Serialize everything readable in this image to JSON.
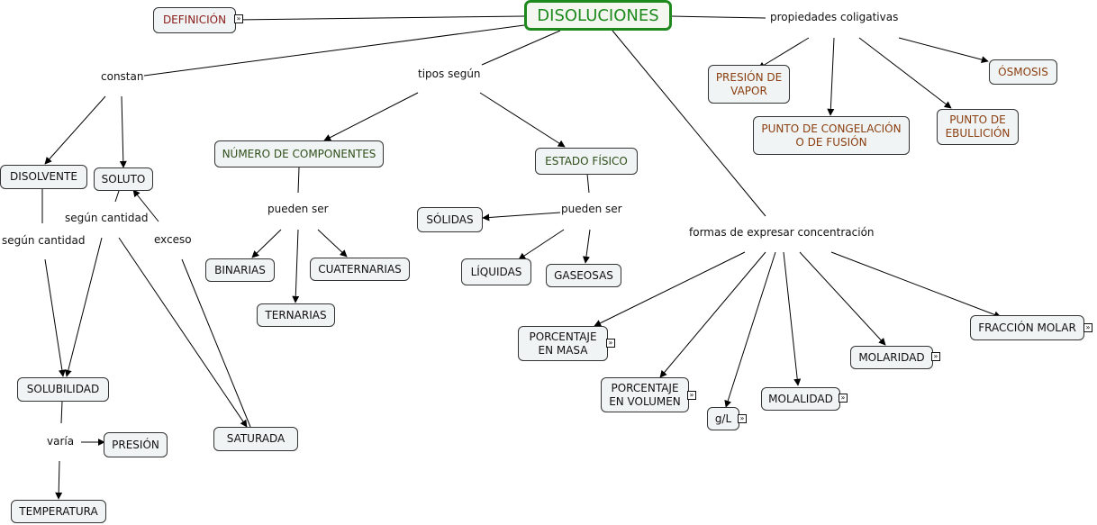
{
  "map": {
    "root": "DISOLUCIONES",
    "definicion": "DEFINICIÓN",
    "propiedades": "propiedades coligativas",
    "presion_vapor_1": "PRESIÓN DE",
    "presion_vapor_2": "VAPOR",
    "congelacion_1": "PUNTO DE CONGELACIÓN",
    "congelacion_2": "O DE FUSIÓN",
    "ebullicion_1": "PUNTO DE",
    "ebullicion_2": "EBULLICIÓN",
    "osmosis": "ÓSMOSIS",
    "constan": "constan",
    "tipos": "tipos según",
    "disolvente": "DISOLVENTE",
    "soluto": "SOLUTO",
    "segun_cantidad_1": "según cantidad",
    "segun_cantidad_2": "según cantidad",
    "exceso": "exceso",
    "solubilidad": "SOLUBILIDAD",
    "varia": "varía",
    "presion": "PRESIÓN",
    "temperatura": "TEMPERATURA",
    "saturada": "SATURADA",
    "num_componentes": "NÚMERO DE COMPONENTES",
    "pueden_ser_1": "pueden ser",
    "binarias": "BINARIAS",
    "cuaternarias": "CUATERNARIAS",
    "ternarias": "TERNARIAS",
    "estado_fisico": "ESTADO FÍSICO",
    "pueden_ser_2": "pueden ser",
    "solidas": "SÓLIDAS",
    "liquidas": "LÍQUIDAS",
    "gaseosas": "GASEOSAS",
    "formas": "formas de expresar concentración",
    "porc_masa_1": "PORCENTAJE",
    "porc_masa_2": "EN MASA",
    "porc_vol_1": "PORCENTAJE",
    "porc_vol_2": "EN VOLUMEN",
    "gl": "g/L",
    "molalidad": "MOLALIDAD",
    "molaridad": "MOLARIDAD",
    "fraccion": "FRACCIÓN MOLAR"
  },
  "colors": {
    "root_border": "#1e8a1e",
    "brown_text": "#8b3e10",
    "node_fill": "#f0f4f4"
  },
  "icons": {
    "resource": "document-link-icon"
  }
}
